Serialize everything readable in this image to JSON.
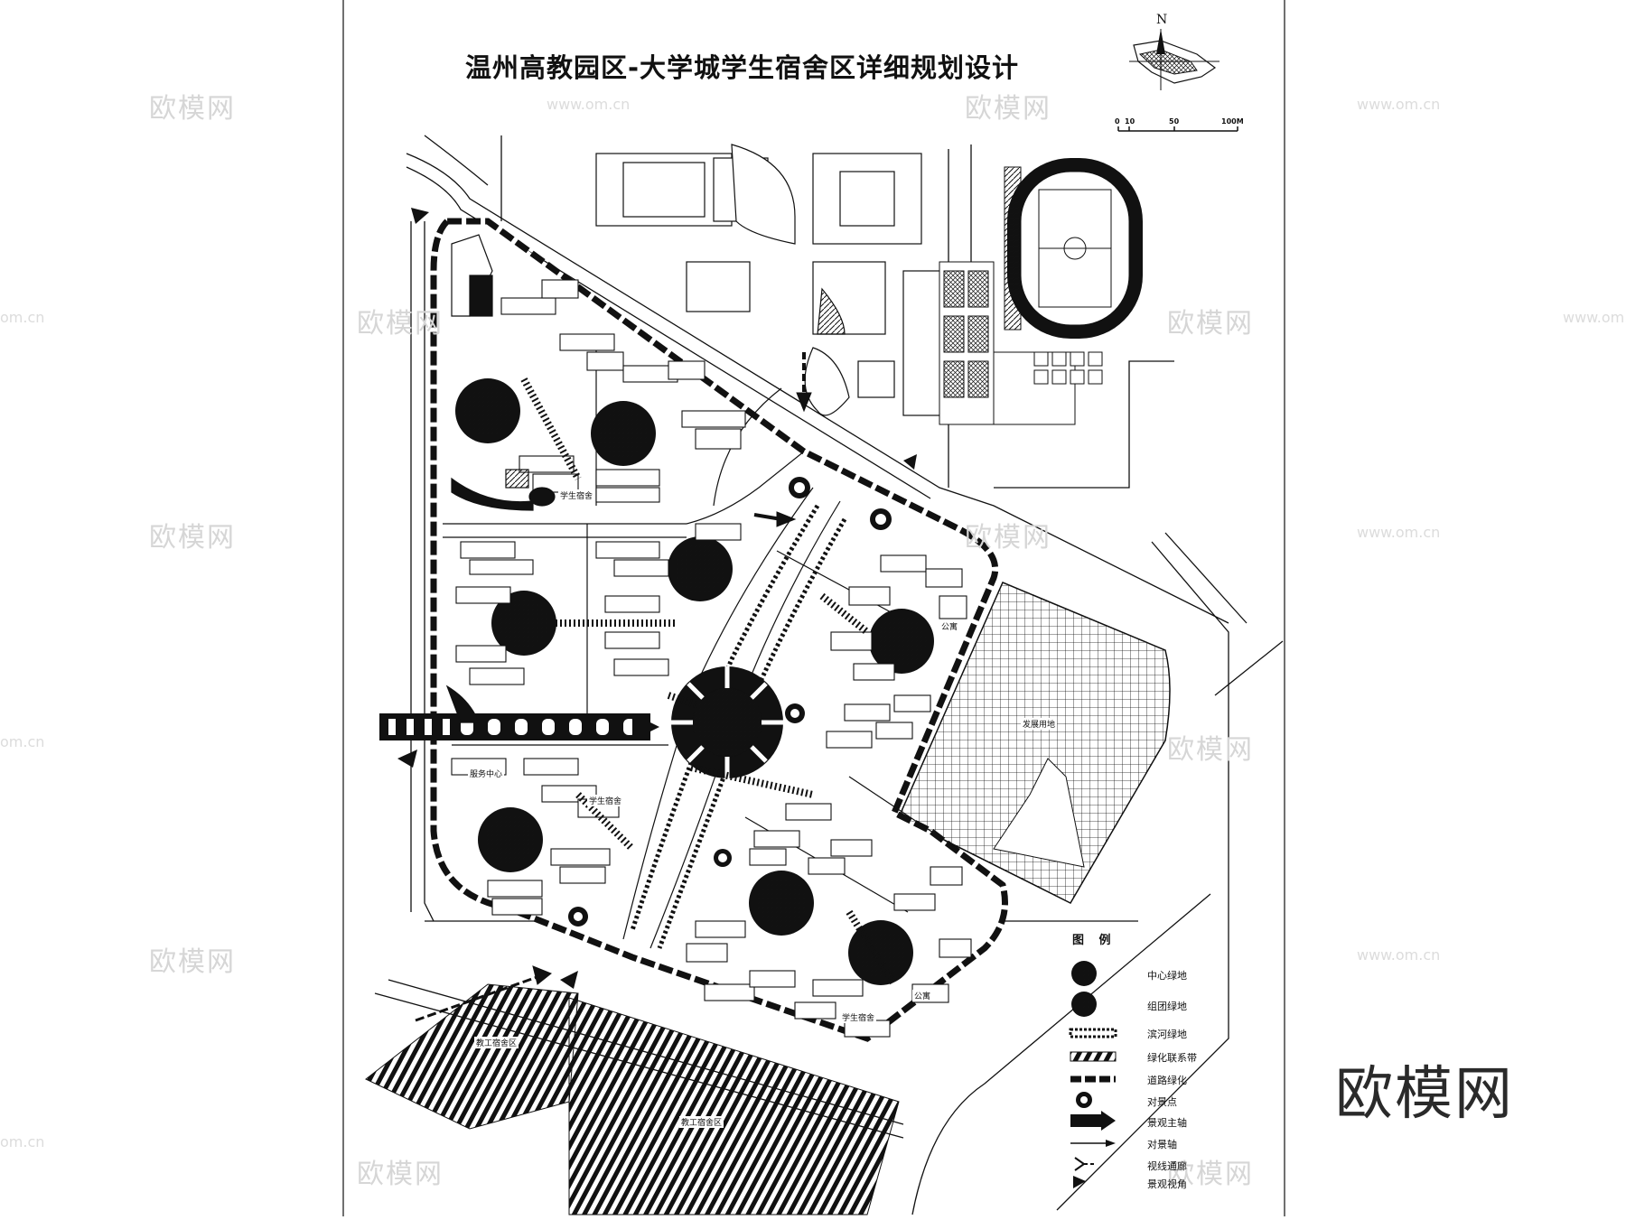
{
  "title": "温州高教园区-大学城学生宿舍区详细规划设计",
  "north_label": "N",
  "scale": {
    "labels": [
      "0",
      "10",
      "50",
      "100M"
    ]
  },
  "legend": {
    "heading": "图 例",
    "items": [
      {
        "key": "central-green",
        "label": "中心绿地"
      },
      {
        "key": "cluster-green",
        "label": "组团绿地"
      },
      {
        "key": "riverside-green",
        "label": "滨河绿地"
      },
      {
        "key": "green-link-belt",
        "label": "绿化联系带"
      },
      {
        "key": "road-greening",
        "label": "道路绿化"
      },
      {
        "key": "focal-point",
        "label": "对景点"
      },
      {
        "key": "main-landscape-axis",
        "label": "景观主轴"
      },
      {
        "key": "focal-axis",
        "label": "对景轴"
      },
      {
        "key": "sightline-corridor",
        "label": "视线通廊"
      },
      {
        "key": "viewing-angle",
        "label": "景观视角"
      }
    ]
  },
  "area_labels": {
    "staff_dorm_west": "教工宿舍区",
    "staff_dorm_south": "教工宿舍区",
    "development_land": "发展用地",
    "service_center": "服务中心",
    "dorm": "学生宿舍",
    "apartment": "公寓"
  },
  "watermarks": {
    "brand": "欧模网",
    "url": "www.om.cn",
    "url_partial": "om.cn"
  },
  "logo_text": "欧模网",
  "colors": {
    "ink": "#111111",
    "paper": "#ffffff",
    "watermark": "#d6d6d6"
  }
}
